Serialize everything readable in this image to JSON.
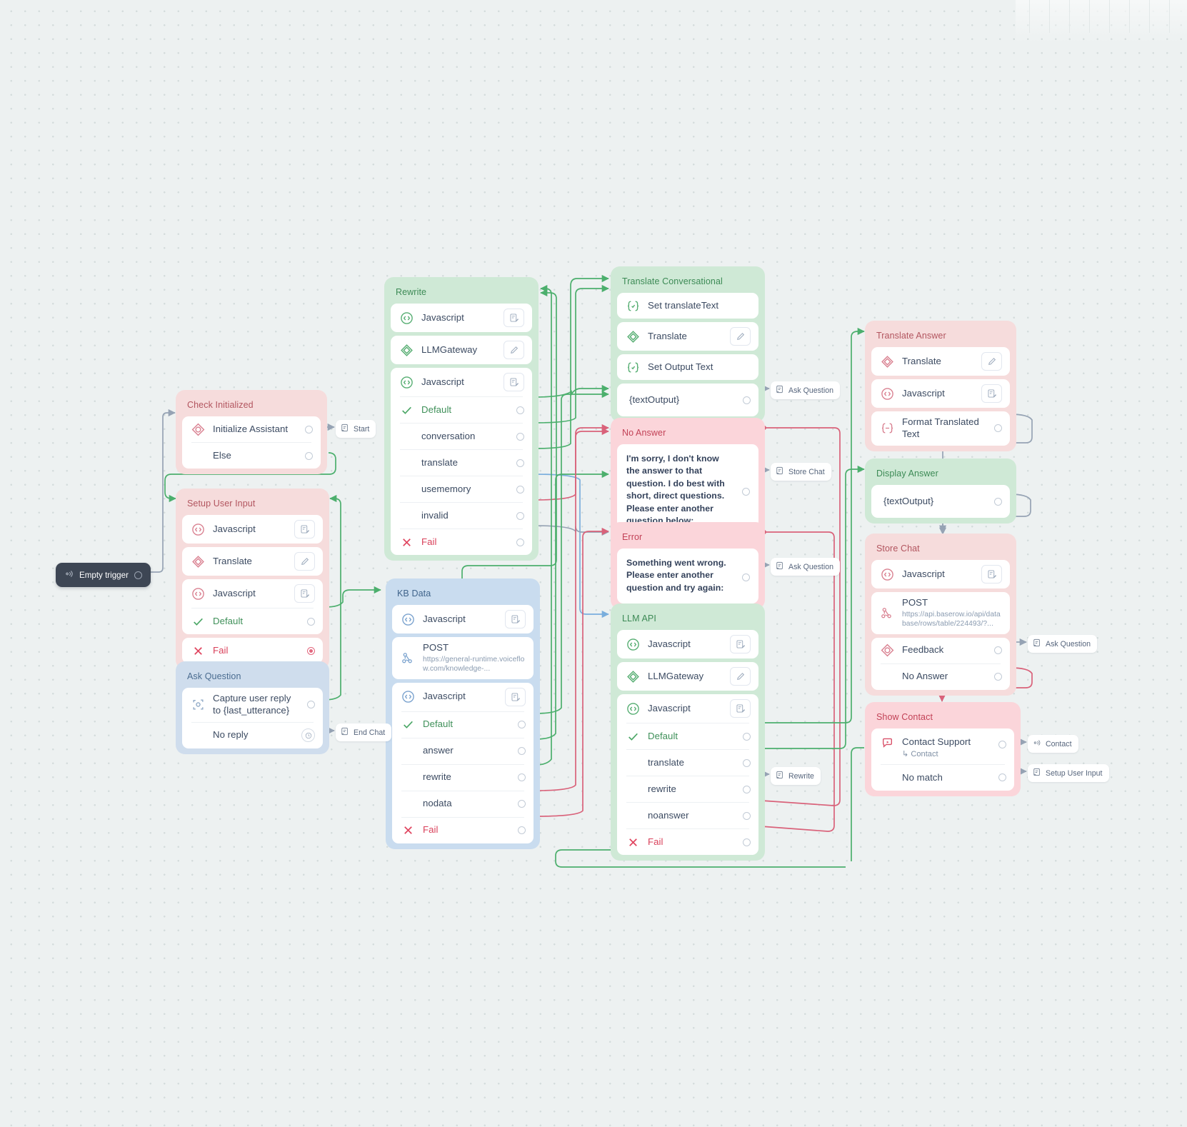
{
  "canvas": {
    "background": "#edf1f1",
    "dot_color": "#d4dcdc"
  },
  "trigger": {
    "label": "Empty trigger",
    "icon": "antenna-icon"
  },
  "colors": {
    "green": "#cfe9d6",
    "green_text": "#3c8a55",
    "red": "#f6dcdc",
    "red_text": "#b2555f",
    "red_strong": "#fbd5da",
    "red_strong_text": "#c24257",
    "blue": "#cfdded",
    "blue_text": "#4a6c90",
    "wire_green": "#4caf6d",
    "wire_red": "#d9627a",
    "wire_gray": "#96a3b4",
    "wire_blue": "#7aaedd"
  },
  "blocks": [
    {
      "id": "check-initialized",
      "title": "Check Initialized",
      "theme": "red",
      "rows": [
        {
          "label": "Initialize Assistant",
          "icon": "condition-icon",
          "port": true
        },
        {
          "label": "Else",
          "icon": "none",
          "port": true
        }
      ]
    },
    {
      "id": "setup-user-input",
      "title": "Setup User Input",
      "theme": "red",
      "rows": [
        {
          "label": "Javascript",
          "icon": "code-icon",
          "edit": true
        },
        {
          "label": "Translate",
          "icon": "translate-icon",
          "edit": true,
          "edit_icon": "pencil-icon"
        },
        {
          "label": "Javascript",
          "icon": "code-icon",
          "edit": true
        },
        {
          "label": "Default",
          "icon": "check-icon",
          "port": true,
          "style": "green-lbl"
        },
        {
          "label": "Fail",
          "icon": "x-icon",
          "port": true,
          "style": "red-lbl"
        }
      ]
    },
    {
      "id": "ask-question",
      "title": "Ask Question",
      "theme": "blue",
      "rows": [
        {
          "label": "Capture user reply to {last_utterance}",
          "icon": "capture-icon",
          "port": true
        },
        {
          "label": "No reply",
          "icon": "none",
          "port": "clock"
        }
      ]
    },
    {
      "id": "rewrite",
      "title": "Rewrite",
      "theme": "green",
      "rows": [
        {
          "label": "Javascript",
          "icon": "code-icon",
          "edit": true
        },
        {
          "label": "LLMGateway",
          "icon": "llm-icon",
          "edit": true,
          "edit_icon": "pencil-icon"
        },
        {
          "label": "Javascript",
          "icon": "code-icon",
          "edit": true
        },
        {
          "label": "Default",
          "icon": "check-icon",
          "port": true,
          "style": "green-lbl"
        },
        {
          "label": "conversation",
          "icon": "none",
          "port": true
        },
        {
          "label": "translate",
          "icon": "none",
          "port": true
        },
        {
          "label": "usememory",
          "icon": "none",
          "port": true
        },
        {
          "label": "invalid",
          "icon": "none",
          "port": true
        },
        {
          "label": "Fail",
          "icon": "x-icon",
          "port": true,
          "style": "red-lbl"
        }
      ]
    },
    {
      "id": "kb-data",
      "title": "KB Data",
      "theme": "blue2",
      "rows": [
        {
          "label": "Javascript",
          "icon": "code-icon",
          "edit": true
        },
        {
          "label": "POST",
          "sub": "https://general-runtime.voiceflow.com/knowledge-...",
          "icon": "api-icon"
        },
        {
          "label": "Javascript",
          "icon": "code-icon",
          "edit": true
        },
        {
          "label": "Default",
          "icon": "check-icon",
          "port": true,
          "style": "green-lbl"
        },
        {
          "label": "answer",
          "icon": "none",
          "port": true
        },
        {
          "label": "rewrite",
          "icon": "none",
          "port": true
        },
        {
          "label": "nodata",
          "icon": "none",
          "port": true
        },
        {
          "label": "Fail",
          "icon": "x-icon",
          "port": true,
          "style": "red-lbl"
        }
      ]
    },
    {
      "id": "translate-conversational",
      "title": "Translate Conversational",
      "theme": "green",
      "rows": [
        {
          "label": "Set translateText",
          "icon": "set-icon"
        },
        {
          "label": "Translate",
          "icon": "translate-icon",
          "edit": true,
          "edit_icon": "pencil-icon"
        },
        {
          "label": "Set Output Text",
          "icon": "set-icon"
        },
        {
          "label": "{textOutput}",
          "icon": "none",
          "port": true,
          "noicon": true
        }
      ]
    },
    {
      "id": "no-answer",
      "title": "No Answer",
      "theme": "redstrong",
      "rows": [
        {
          "label": "I'm sorry, I don't know the answer to that question.  I do best with short, direct questions.  Please enter another question below:",
          "icon": "none",
          "port": true,
          "message": true
        }
      ]
    },
    {
      "id": "error",
      "title": "Error",
      "theme": "redstrong",
      "rows": [
        {
          "label": "Something went wrong.  Please enter another question and try again:",
          "icon": "none",
          "port": true,
          "message": true
        }
      ]
    },
    {
      "id": "llm-api",
      "title": "LLM API",
      "theme": "green",
      "rows": [
        {
          "label": "Javascript",
          "icon": "code-icon",
          "edit": true
        },
        {
          "label": "LLMGateway",
          "icon": "llm-icon",
          "edit": true,
          "edit_icon": "pencil-icon"
        },
        {
          "label": "Javascript",
          "icon": "code-icon",
          "edit": true
        },
        {
          "label": "Default",
          "icon": "check-icon",
          "port": true,
          "style": "green-lbl"
        },
        {
          "label": "translate",
          "icon": "none",
          "port": true
        },
        {
          "label": "rewrite",
          "icon": "none",
          "port": true
        },
        {
          "label": "noanswer",
          "icon": "none",
          "port": true
        },
        {
          "label": "Fail",
          "icon": "x-icon",
          "port": true,
          "style": "red-lbl"
        }
      ]
    },
    {
      "id": "translate-answer",
      "title": "Translate Answer",
      "theme": "red",
      "rows": [
        {
          "label": "Translate",
          "icon": "translate-icon",
          "edit": true,
          "edit_icon": "pencil-icon"
        },
        {
          "label": "Javascript",
          "icon": "code-icon",
          "edit": true
        },
        {
          "label": "Format Translated Text",
          "icon": "set-icon",
          "port": true
        }
      ]
    },
    {
      "id": "display-answer",
      "title": "Display Answer",
      "theme": "green",
      "rows": [
        {
          "label": "{textOutput}",
          "icon": "none",
          "port": true,
          "noicon": true
        }
      ]
    },
    {
      "id": "store-chat",
      "title": "Store Chat",
      "theme": "red",
      "rows": [
        {
          "label": "Javascript",
          "icon": "code-icon",
          "edit": true
        },
        {
          "label": "POST",
          "sub": "https://api.baserow.io/api/database/rows/table/224493/?...",
          "icon": "api-icon"
        },
        {
          "label": "Feedback",
          "icon": "condition-icon",
          "port": true
        },
        {
          "label": "No Answer",
          "icon": "none",
          "port": true
        }
      ]
    },
    {
      "id": "show-contact",
      "title": "Show Contact",
      "theme": "redstrong",
      "rows": [
        {
          "label": "Contact Support",
          "subi": "Contact",
          "icon": "carousel-icon",
          "port": true
        },
        {
          "label": "No match",
          "icon": "none",
          "port": true
        }
      ]
    }
  ],
  "chips": [
    {
      "id": "chip-start",
      "label": "Start",
      "icon": "goto-icon"
    },
    {
      "id": "chip-end-chat",
      "label": "End Chat",
      "icon": "goto-icon"
    },
    {
      "id": "chip-ask-question-1",
      "label": "Ask Question",
      "icon": "goto-icon"
    },
    {
      "id": "chip-store-chat",
      "label": "Store Chat",
      "icon": "goto-icon"
    },
    {
      "id": "chip-ask-question-2",
      "label": "Ask Question",
      "icon": "goto-icon"
    },
    {
      "id": "chip-rewrite",
      "label": "Rewrite",
      "icon": "goto-icon"
    },
    {
      "id": "chip-ask-question-3",
      "label": "Ask Question",
      "icon": "goto-icon"
    },
    {
      "id": "chip-contact",
      "label": "Contact",
      "icon": "antenna-icon"
    },
    {
      "id": "chip-setup-user-input",
      "label": "Setup User Input",
      "icon": "goto-icon"
    }
  ]
}
